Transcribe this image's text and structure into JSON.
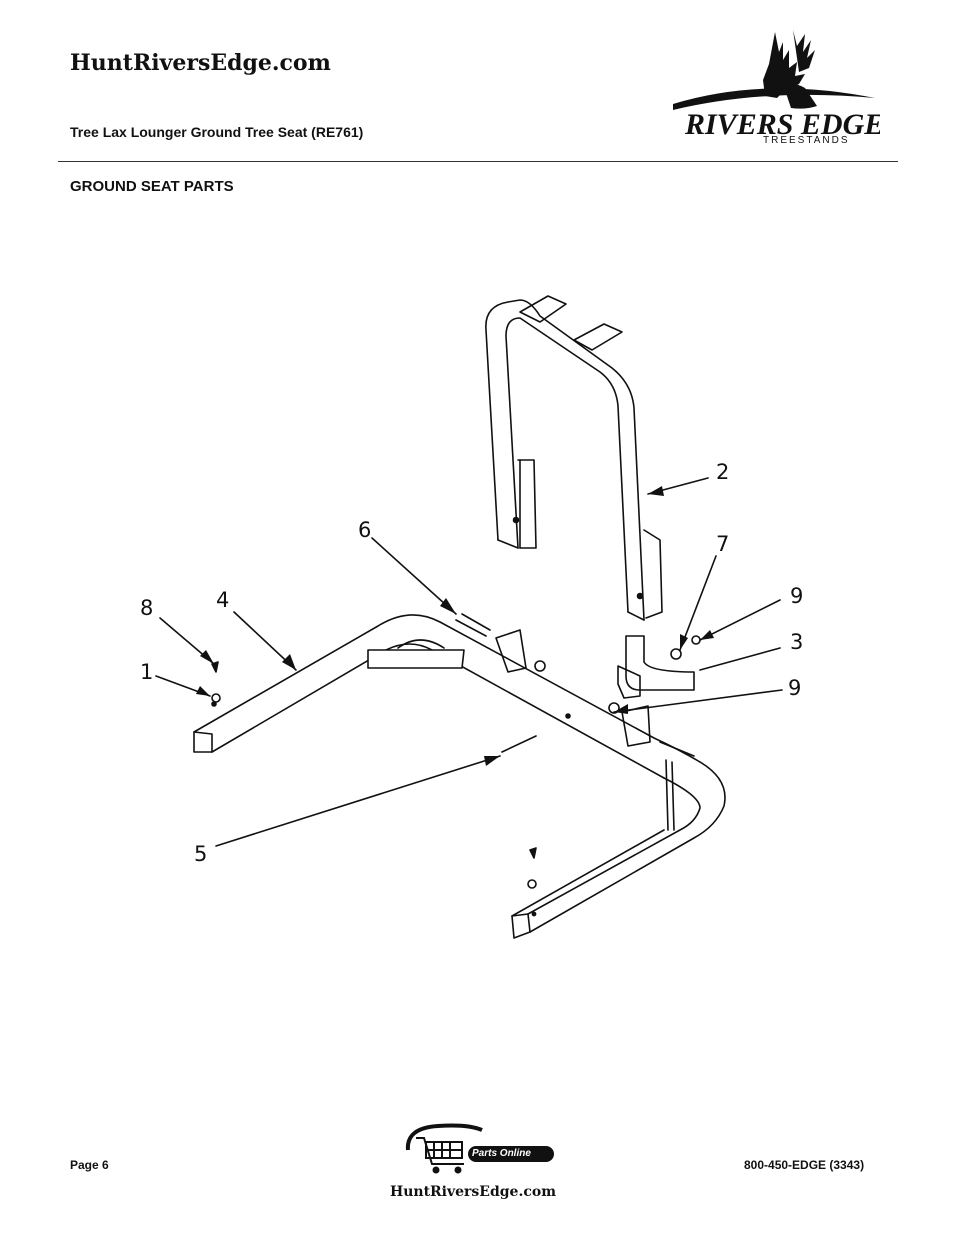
{
  "header": {
    "site_title": "HuntRiversEdge.com",
    "subtitle": "Tree Lax Lounger Ground Tree Seat (RE761)",
    "brand_name": "RIVERS EDGE",
    "brand_tagline": "TREESTANDS"
  },
  "section": {
    "heading": "GROUND SEAT PARTS"
  },
  "diagram": {
    "callouts": [
      "1",
      "2",
      "3",
      "4",
      "5",
      "6",
      "7",
      "8",
      "9",
      "9"
    ]
  },
  "footer": {
    "page": "Page 6",
    "phone": "800-450-EDGE (3343)",
    "site": "HuntRiversEdge.com",
    "parts_online_label": "Parts Online"
  }
}
